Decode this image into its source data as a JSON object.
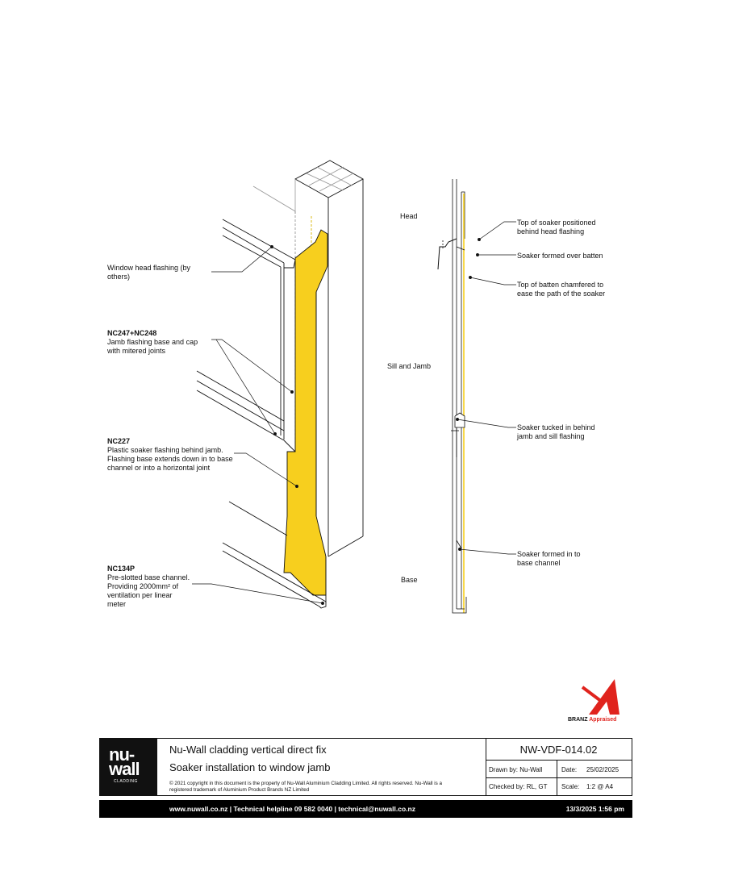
{
  "left_labels": {
    "head_flashing": [
      "Window head flashing (by",
      "others)"
    ],
    "jamb_code": "NC247+NC248",
    "jamb_desc": [
      "Jamb flashing base and cap",
      "with mitered joints"
    ],
    "soaker_code": "NC227",
    "soaker_desc": [
      "Plastic soaker flashing behind jamb.",
      "Flashing base extends down in to base",
      "channel or into a horizontal joint"
    ],
    "base_code": "NC134P",
    "base_desc": [
      "Pre-slotted base channel.",
      "Providing 2000mm² of",
      "ventilation per linear",
      "meter"
    ]
  },
  "section_labels": {
    "head": "Head",
    "sill_jamb": "Sill and Jamb",
    "base": "Base"
  },
  "right_labels": {
    "top_soaker": [
      "Top of soaker positioned",
      "behind head flashing"
    ],
    "soaker_batten": "Soaker formed over batten",
    "batten_chamfer": [
      "Top of batten chamfered to",
      "ease the path of the soaker"
    ],
    "soaker_tucked": [
      "Soaker tucked in behind",
      "jamb and sill flashing"
    ],
    "soaker_base": [
      "Soaker formed in to",
      "base channel"
    ]
  },
  "branz": {
    "word1": "BRANZ",
    "word2": "Appraised"
  },
  "title_block": {
    "logo_top": "nu-",
    "logo_bottom": "wall",
    "logo_sub": "CLADDING",
    "title": "Nu-Wall cladding vertical direct fix",
    "subtitle": "Soaker installation to window jamb",
    "copyright": "© 2021 copyright in this document is the property of Nu-Wall Aluminium Cladding Limited. All rights reserved. Nu-Wall is a registered trademark of Aluminium Product Brands NZ Limited",
    "drawing_number": "NW-VDF-014.02",
    "drawn_by": "Drawn by: Nu-Wall",
    "date_label": "Date:",
    "date_value": "25/02/2025",
    "checked_by": "Checked by: RL, GT",
    "scale_label": "Scale:",
    "scale_value": "1:2 @ A4"
  },
  "footer": {
    "contact": "www.nuwall.co.nz  |  Technical helpline 09 582 0040  |  technical@nuwall.co.nz",
    "timestamp": "13/3/2025 1:56 pm"
  },
  "colors": {
    "soaker": "#f7cf1e",
    "brand_red": "#e0231d",
    "ink": "#111111"
  }
}
